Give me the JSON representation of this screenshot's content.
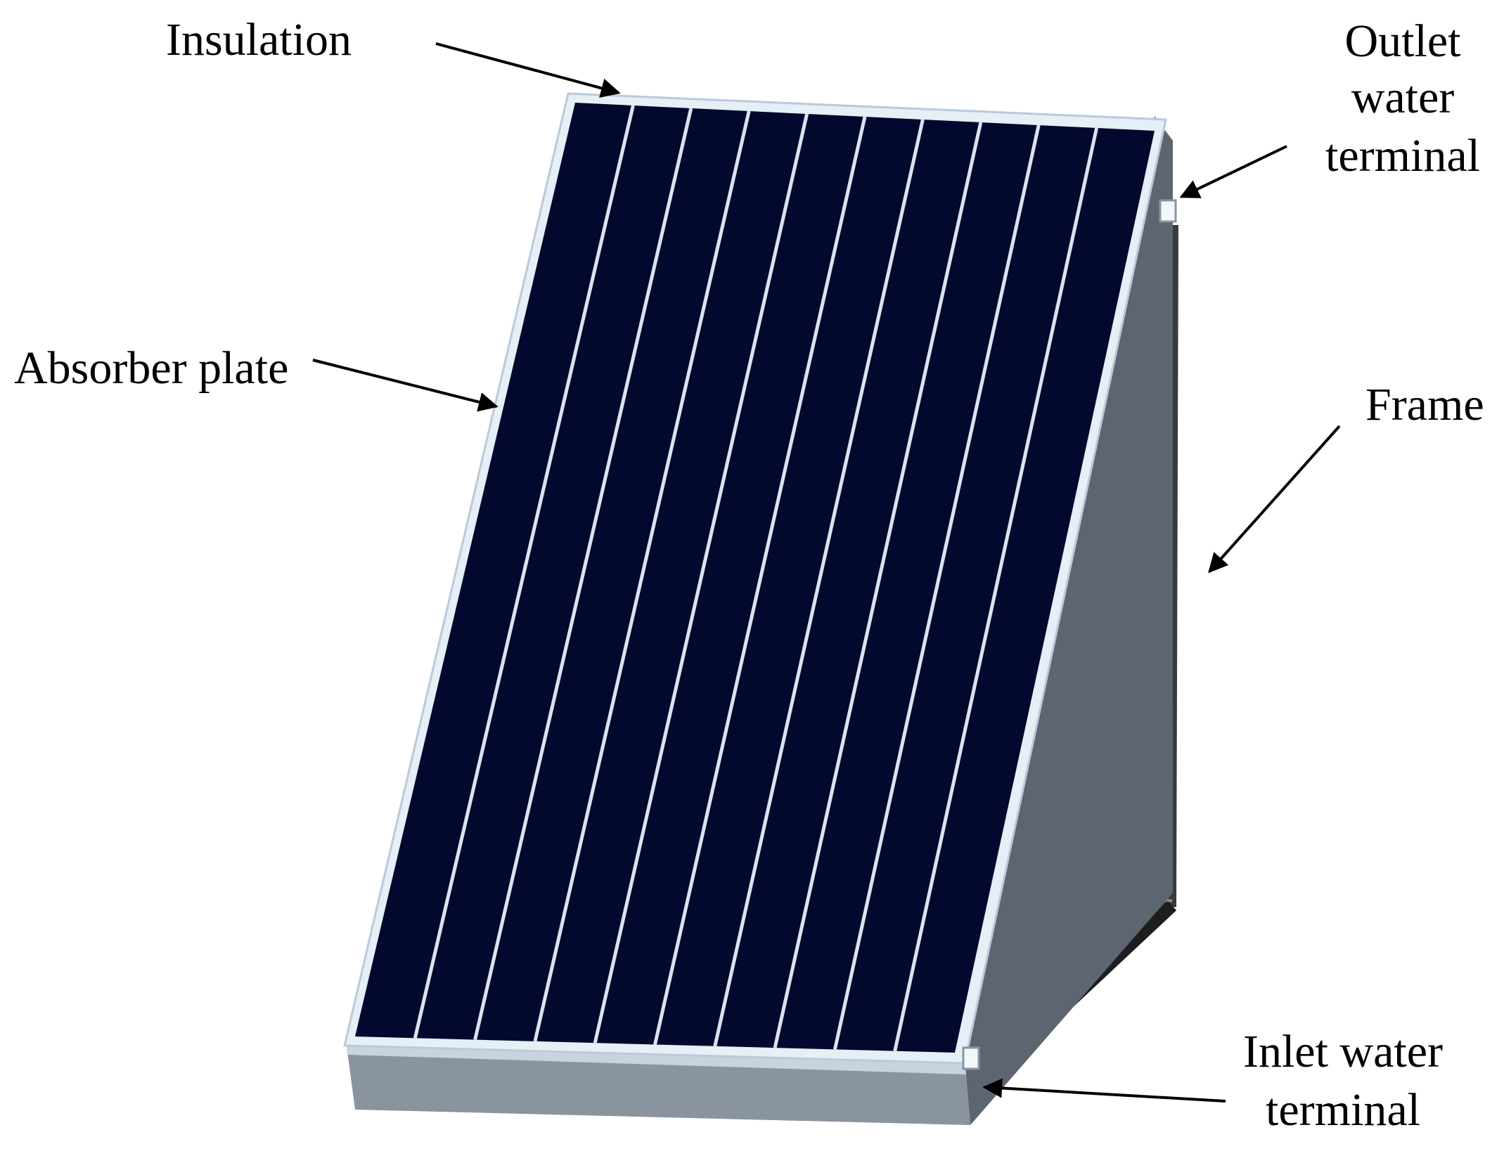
{
  "labels": {
    "insulation": "Insulation",
    "outlet_line1": "Outlet",
    "outlet_line2": "water",
    "outlet_line3": "terminal",
    "absorber_plate": "Absorber plate",
    "frame": "Frame",
    "inlet_line1": "Inlet water",
    "inlet_line2": "terminal"
  },
  "panel": {
    "strip_count": 10
  },
  "colors": {
    "absorber": "#02082e",
    "insulation": "#e6eef6",
    "insulation_edge": "#b9cadb",
    "box_front": "#8a949f",
    "box_top": "#c8d3de",
    "box_side": "#5d6670",
    "fin_line": "#d9e4ee",
    "frame_bar": "#3a3a3a",
    "frame_bar_light": "#8d8d8d",
    "arrow": "#000000"
  }
}
